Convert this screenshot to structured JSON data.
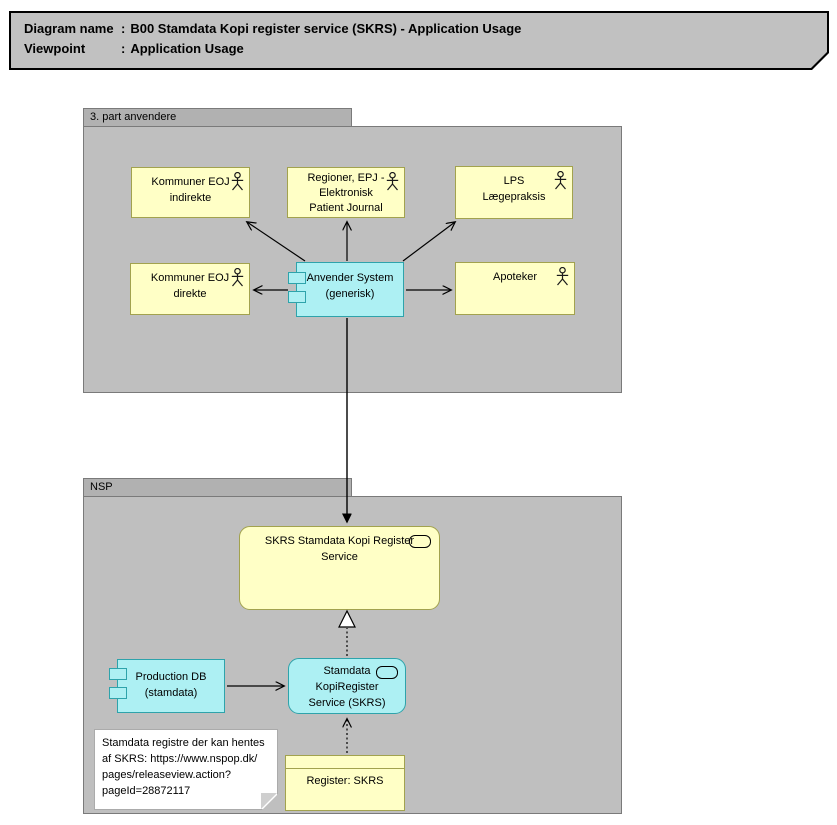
{
  "title": {
    "rows": [
      {
        "label": "Diagram name",
        "colon": ":",
        "value": "B00 Stamdata Kopi register service (SKRS) - Application Usage"
      },
      {
        "label": "Viewpoint",
        "colon": ":",
        "value": "Application Usage"
      }
    ]
  },
  "containers": {
    "third_party": {
      "label": "3. part anvendere"
    },
    "nsp": {
      "label": "NSP"
    }
  },
  "nodes": {
    "kommuner_indirekte": {
      "label": "Kommuner EOJ\nindirekte",
      "type": "actor"
    },
    "regioner": {
      "label": "Regioner, EPJ -\nElektronisk\nPatient Journal",
      "type": "actor"
    },
    "lps": {
      "label": "LPS\nLægepraksis",
      "type": "actor"
    },
    "kommuner_direkte": {
      "label": "Kommuner EOJ\ndirekte",
      "type": "actor"
    },
    "apoteker": {
      "label": "Apoteker",
      "type": "actor"
    },
    "anvender_system": {
      "label": "Anvender System\n(generisk)",
      "type": "component"
    },
    "skrs_service": {
      "label": "SKRS Stamdata Kopi Register\nService",
      "type": "application-service"
    },
    "production_db": {
      "label": "Production DB\n(stamdata)",
      "type": "component"
    },
    "stamdata_krs": {
      "label": "Stamdata\nKopiRegister\nService (SKRS)",
      "type": "application-service"
    },
    "register_skrs": {
      "label": "Register: SKRS",
      "type": "object"
    }
  },
  "note": {
    "text": "Stamdata registre der kan hentes\naf SKRS: https://www.nspop.dk/\npages/releaseview.action?\npageId=28872117"
  },
  "colors": {
    "yellow_fill": "#FFFFC6",
    "yellow_border": "#A2A24E",
    "cyan_fill": "#ADF0F3",
    "cyan_border": "#2EA3AB",
    "container_fill": "#BFBFBF",
    "tab_fill": "#B1B1B1",
    "container_border": "#7A7A7A",
    "titlebox_fill": "#C1C1C1"
  }
}
